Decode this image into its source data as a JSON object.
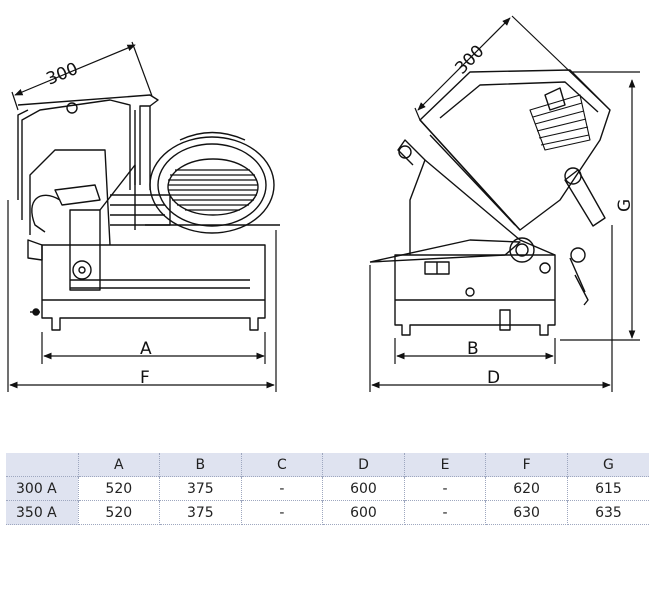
{
  "diagram": {
    "front_view": {
      "dim_top": "300",
      "dim_a": "A",
      "dim_f": "F"
    },
    "side_view": {
      "dim_top": "300",
      "dim_b": "B",
      "dim_d": "D",
      "dim_g": "G"
    }
  },
  "table": {
    "columns": [
      "",
      "A",
      "B",
      "C",
      "D",
      "E",
      "F",
      "G"
    ],
    "rows": [
      [
        "300 A",
        "520",
        "375",
        "-",
        "600",
        "-",
        "620",
        "615"
      ],
      [
        "350 A",
        "520",
        "375",
        "-",
        "600",
        "-",
        "630",
        "635"
      ]
    ]
  }
}
